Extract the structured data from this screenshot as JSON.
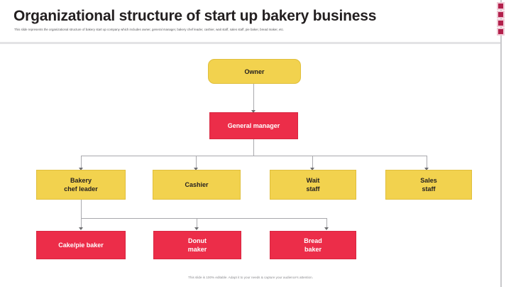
{
  "header": {
    "title": "Organizational structure of start up bakery business",
    "subtitle": "This slide represents the organizational structure of bakery start up company which includes owner, general manager, bakery chef leader, cashier, wait staff, sales staff, pie baker, bread maker, etc."
  },
  "footer": {
    "note": "This slide is 100% editable. Adapt it to your needs & capture your audience's attention."
  },
  "colors": {
    "yellow": "#f2d24e",
    "red": "#ec2d49",
    "rail_square": "#b2204b",
    "connector": "#a9a9ad",
    "title_text": "#231f20"
  },
  "chart_data": {
    "type": "org-chart",
    "title": "Organizational structure of start up bakery business",
    "levels": [
      {
        "level": 1,
        "nodes": [
          {
            "id": "owner",
            "label": "Owner",
            "style": "yellow-rounded"
          }
        ]
      },
      {
        "level": 2,
        "nodes": [
          {
            "id": "general-manager",
            "label": "General manager",
            "style": "red"
          }
        ]
      },
      {
        "level": 3,
        "nodes": [
          {
            "id": "bakery-chef-leader",
            "label": "Bakery\nchef leader",
            "line1": "Bakery",
            "line2": "chef leader",
            "style": "yellow"
          },
          {
            "id": "cashier",
            "label": "Cashier",
            "line1": "Cashier",
            "line2": "",
            "style": "yellow"
          },
          {
            "id": "wait-staff",
            "label": "Wait\nstaff",
            "line1": "Wait",
            "line2": "staff",
            "style": "yellow"
          },
          {
            "id": "sales-staff",
            "label": "Sales\nstaff",
            "line1": "Sales",
            "line2": "staff",
            "style": "yellow"
          }
        ]
      },
      {
        "level": 4,
        "nodes": [
          {
            "id": "cake-pie-baker",
            "label": "Cake/pie baker",
            "line1": "Cake/pie baker",
            "line2": "",
            "style": "red"
          },
          {
            "id": "donut-maker",
            "label": "Donut\nmaker",
            "line1": "Donut",
            "line2": "maker",
            "style": "red"
          },
          {
            "id": "bread-baker",
            "label": "Bread\nbaker",
            "line1": "Bread",
            "line2": "baker",
            "style": "red"
          }
        ]
      }
    ],
    "edges": [
      {
        "from": "owner",
        "to": "general-manager"
      },
      {
        "from": "general-manager",
        "to": "bakery-chef-leader"
      },
      {
        "from": "general-manager",
        "to": "cashier"
      },
      {
        "from": "general-manager",
        "to": "wait-staff"
      },
      {
        "from": "general-manager",
        "to": "sales-staff"
      },
      {
        "from": "bakery-chef-leader",
        "to": "cake-pie-baker"
      },
      {
        "from": "bakery-chef-leader",
        "to": "donut-maker"
      },
      {
        "from": "bakery-chef-leader",
        "to": "bread-baker"
      }
    ]
  },
  "decor": {
    "rail_square_count": 4
  }
}
